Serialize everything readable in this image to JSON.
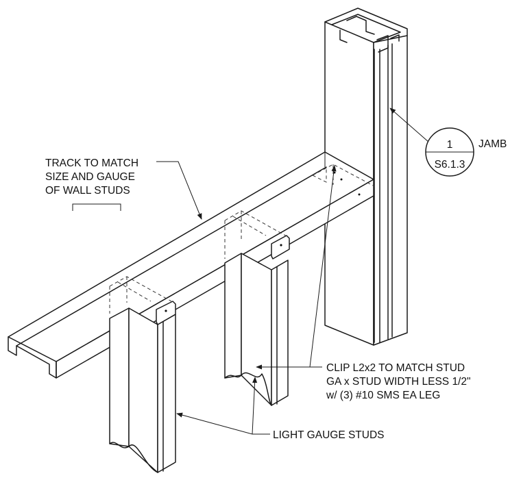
{
  "labels": {
    "track": [
      "TRACK TO MATCH",
      "SIZE AND GAUGE",
      "OF WALL STUDS"
    ],
    "jamb": "JAMB",
    "clip": [
      "CLIP L2x2 TO MATCH STUD",
      "GA x STUD WIDTH LESS 1/2\"",
      "w/ (3) #10 SMS EA LEG"
    ],
    "studs": "LIGHT GAUGE STUDS"
  },
  "detail_tag": {
    "number": "1",
    "sheet": "S6.1.3"
  }
}
